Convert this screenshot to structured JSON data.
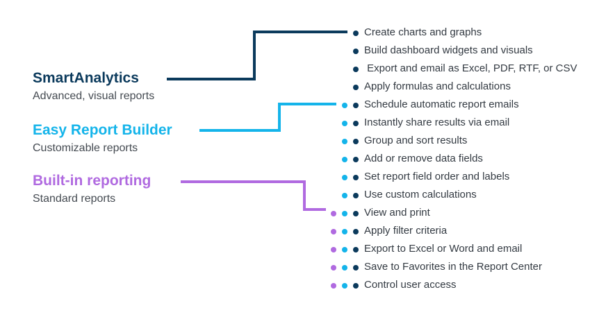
{
  "colors": {
    "smart": "#0b3a5c",
    "easy": "#14b4ea",
    "builtin": "#b06ae0"
  },
  "tiers": [
    {
      "key": "smart",
      "title": "SmartAnalytics",
      "subtitle": "Advanced, visual reports"
    },
    {
      "key": "easy",
      "title": "Easy Report Builder",
      "subtitle": "Customizable reports"
    },
    {
      "key": "builtin",
      "title": "Built-in reporting",
      "subtitle": "Standard reports"
    }
  ],
  "features": [
    {
      "label": "Create charts and graphs",
      "tiers": [
        "smart"
      ]
    },
    {
      "label": "Build dashboard widgets and visuals",
      "tiers": [
        "smart"
      ]
    },
    {
      "label": " Export and email as Excel, PDF, RTF, or CSV",
      "tiers": [
        "smart"
      ]
    },
    {
      "label": "Apply formulas and calculations",
      "tiers": [
        "smart"
      ]
    },
    {
      "label": "Schedule automatic report emails",
      "tiers": [
        "smart",
        "easy"
      ]
    },
    {
      "label": "Instantly share results via email",
      "tiers": [
        "smart",
        "easy"
      ]
    },
    {
      "label": "Group and sort results",
      "tiers": [
        "smart",
        "easy"
      ]
    },
    {
      "label": "Add or remove data fields",
      "tiers": [
        "smart",
        "easy"
      ]
    },
    {
      "label": "Set report field order and labels",
      "tiers": [
        "smart",
        "easy"
      ]
    },
    {
      "label": "Use custom calculations",
      "tiers": [
        "smart",
        "easy"
      ]
    },
    {
      "label": "View and print",
      "tiers": [
        "smart",
        "easy",
        "builtin"
      ]
    },
    {
      "label": "Apply filter criteria",
      "tiers": [
        "smart",
        "easy",
        "builtin"
      ]
    },
    {
      "label": "Export to Excel or Word and email",
      "tiers": [
        "smart",
        "easy",
        "builtin"
      ]
    },
    {
      "label": "Save to Favorites in the Report Center",
      "tiers": [
        "smart",
        "easy",
        "builtin"
      ]
    },
    {
      "label": "Control user access",
      "tiers": [
        "smart",
        "easy",
        "builtin"
      ]
    }
  ]
}
